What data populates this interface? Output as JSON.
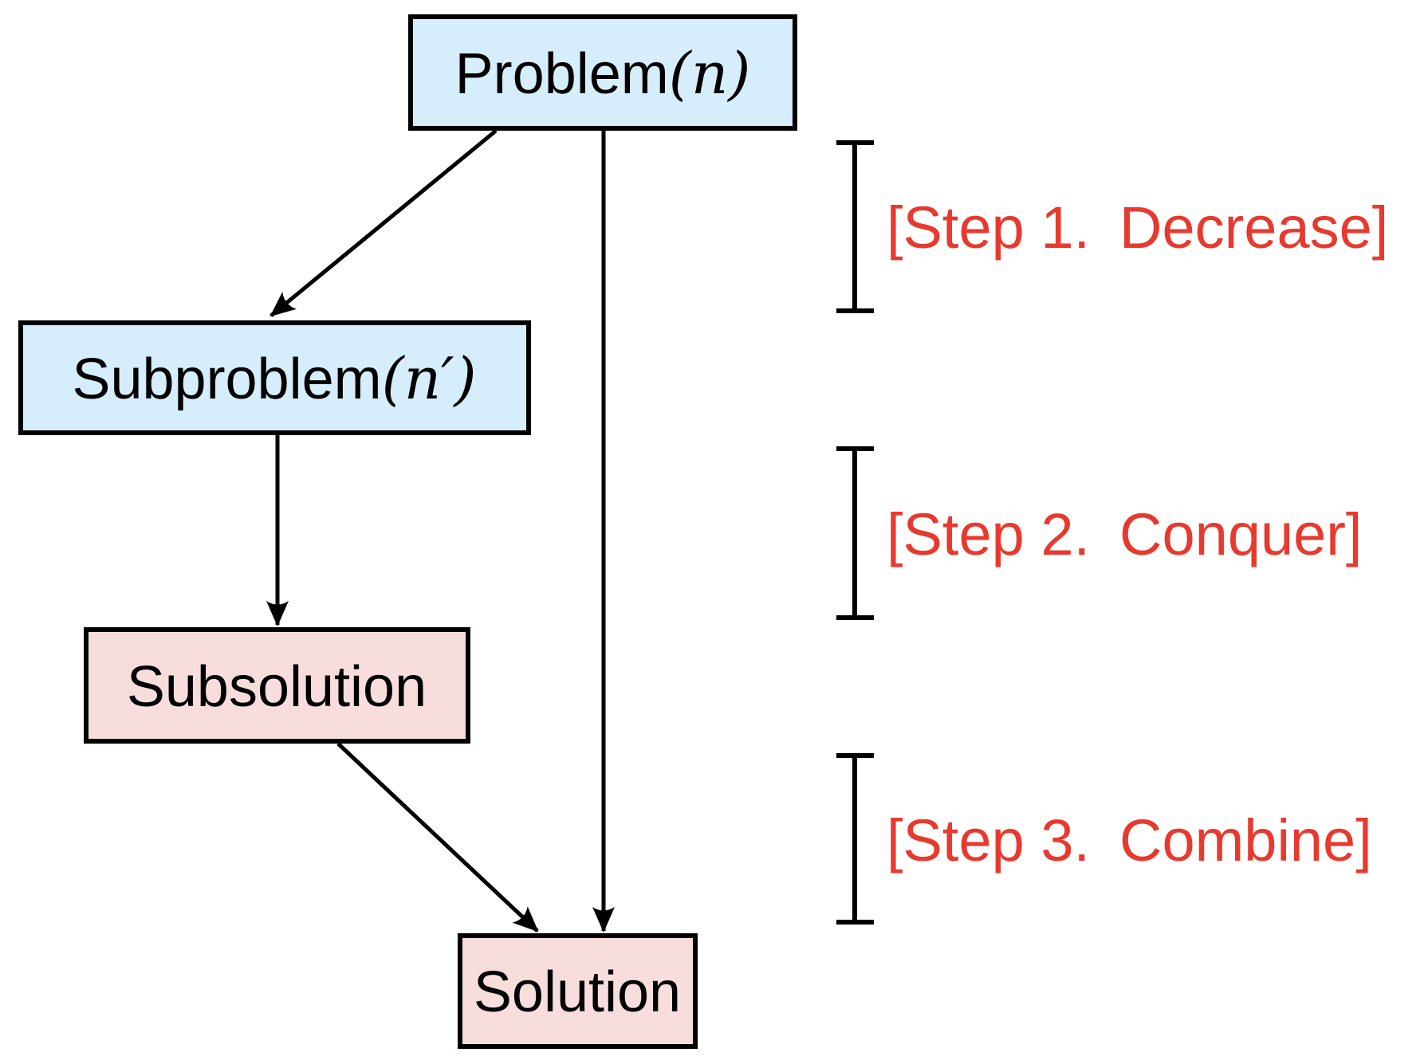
{
  "diagram": {
    "nodes": {
      "problem": {
        "name": "Problem",
        "math": "(n)"
      },
      "subproblem": {
        "name": "Subproblem",
        "math": "(n′)"
      },
      "subsolution": {
        "name": "Subsolution",
        "math": ""
      },
      "solution": {
        "name": "Solution",
        "math": ""
      }
    },
    "steps": {
      "step1": {
        "label": "[Step 1. Decrease]"
      },
      "step2": {
        "label": "[Step 2. Conquer]"
      },
      "step3": {
        "label": "[Step 3. Combine]"
      }
    },
    "colors": {
      "problem_fill": "#d6edfb",
      "solution_fill": "#f8dddd",
      "line": "#000000",
      "step_text": "#e8392f"
    }
  }
}
